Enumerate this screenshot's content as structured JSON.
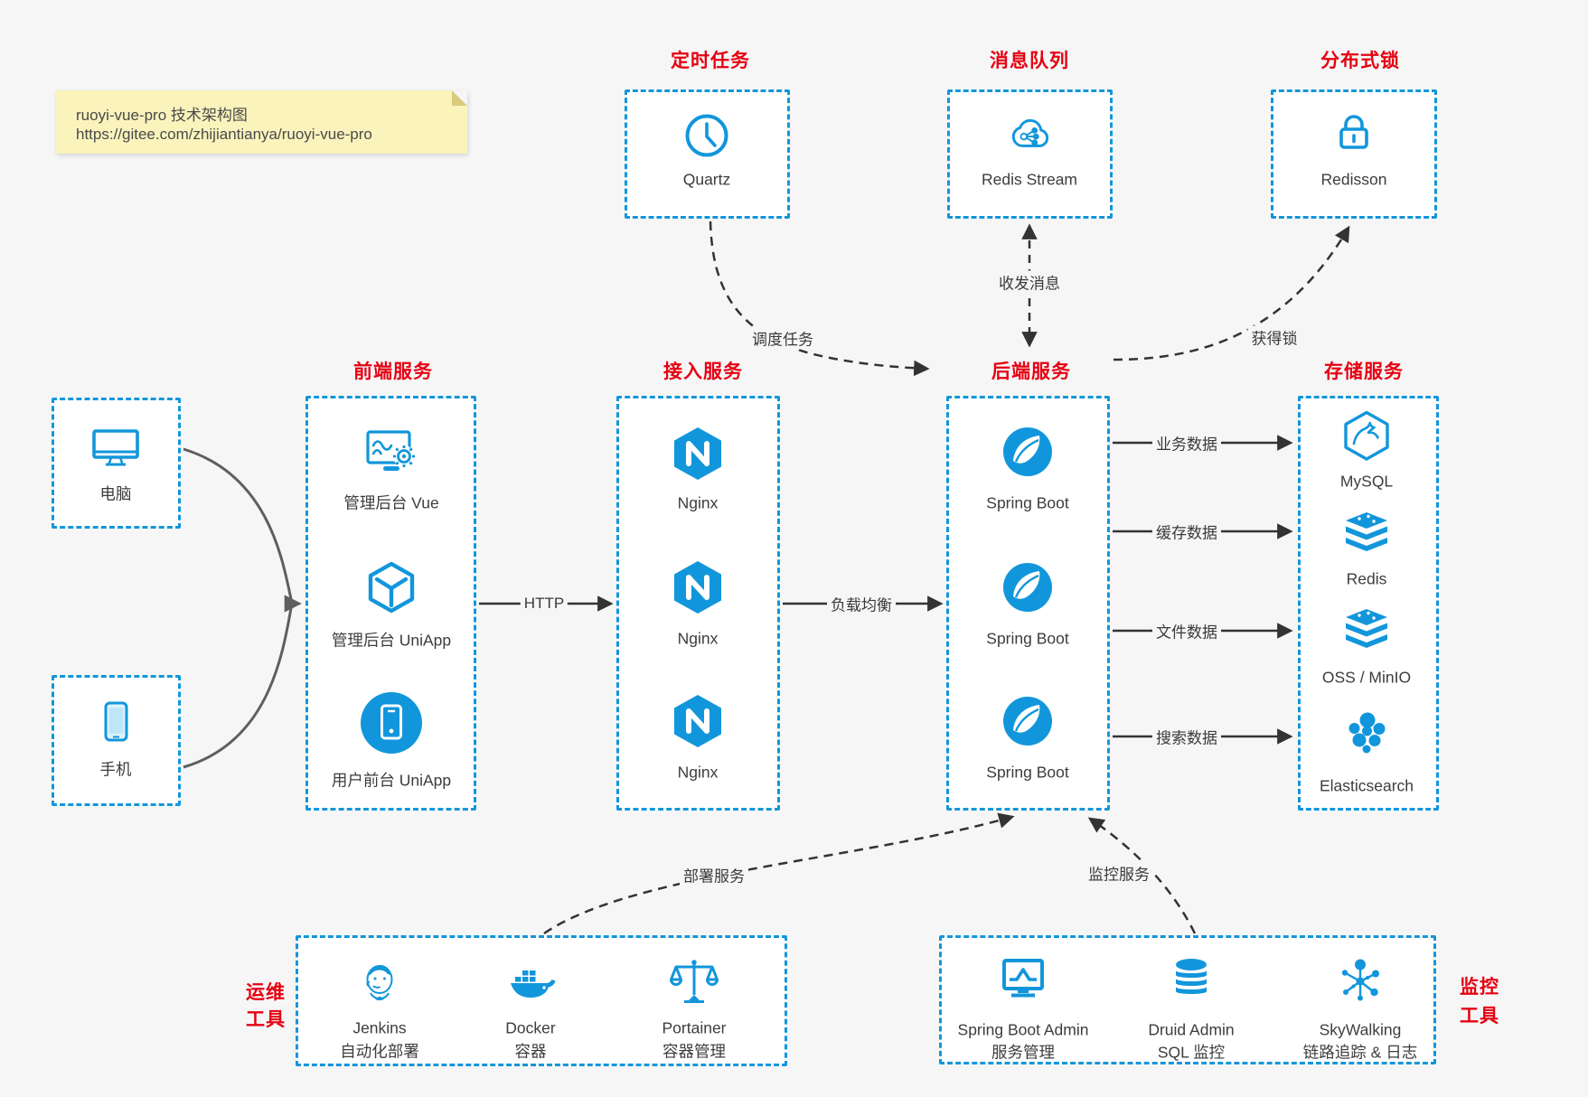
{
  "note": {
    "title": "ruoyi-vue-pro 技术架构图",
    "url": "https://gitee.com/zhijiantianya/ruoyi-vue-pro"
  },
  "palette": {
    "accent_blue": "#1296db",
    "title_red": "#e60012",
    "arrow_black": "#333333",
    "arrow_gray": "#5f5f5f",
    "note_yellow": "#faf3bc",
    "canvas": "#f6f6f6"
  },
  "clients": [
    {
      "icon": "desktop-icon",
      "label": "电脑"
    },
    {
      "icon": "mobile-icon",
      "label": "手机"
    }
  ],
  "groups": [
    {
      "title": "定时任务",
      "items": [
        {
          "icon": "clock-icon",
          "label": "Quartz"
        }
      ]
    },
    {
      "title": "消息队列",
      "items": [
        {
          "icon": "cloud-stream-icon",
          "label": "Redis Stream"
        }
      ]
    },
    {
      "title": "分布式锁",
      "items": [
        {
          "icon": "lock-icon",
          "label": "Redisson"
        }
      ]
    },
    {
      "title": "前端服务",
      "items": [
        {
          "icon": "admin-vue-icon",
          "label": "管理后台 Vue"
        },
        {
          "icon": "cube-icon",
          "label": "管理后台 UniApp"
        },
        {
          "icon": "phone-circle-icon",
          "label": "用户前台 UniApp"
        }
      ]
    },
    {
      "title": "接入服务",
      "items": [
        {
          "icon": "nginx-icon",
          "label": "Nginx"
        },
        {
          "icon": "nginx-icon",
          "label": "Nginx"
        },
        {
          "icon": "nginx-icon",
          "label": "Nginx"
        }
      ]
    },
    {
      "title": "后端服务",
      "items": [
        {
          "icon": "spring-icon",
          "label": "Spring Boot"
        },
        {
          "icon": "spring-icon",
          "label": "Spring Boot"
        },
        {
          "icon": "spring-icon",
          "label": "Spring Boot"
        }
      ]
    },
    {
      "title": "存储服务",
      "items": [
        {
          "icon": "mysql-icon",
          "label": "MySQL"
        },
        {
          "icon": "redis-stack-icon",
          "label": "Redis"
        },
        {
          "icon": "oss-stack-icon",
          "label": "OSS / MinIO"
        },
        {
          "icon": "elasticsearch-icon",
          "label": "Elasticsearch"
        }
      ]
    },
    {
      "title_lines": [
        "运维",
        "工具"
      ],
      "items": [
        {
          "icon": "jenkins-icon",
          "name": "Jenkins",
          "desc": "自动化部署"
        },
        {
          "icon": "docker-icon",
          "name": "Docker",
          "desc": "容器"
        },
        {
          "icon": "portainer-icon",
          "name": "Portainer",
          "desc": "容器管理"
        }
      ]
    },
    {
      "title_lines": [
        "监控",
        "工具"
      ],
      "items": [
        {
          "icon": "monitor-chart-icon",
          "name": "Spring Boot Admin",
          "desc": "服务管理"
        },
        {
          "icon": "database-icon",
          "name": "Druid Admin",
          "desc": "SQL 监控"
        },
        {
          "icon": "topology-icon",
          "name": "SkyWalking",
          "desc": "链路追踪 & 日志"
        }
      ]
    }
  ],
  "edges": {
    "http": "HTTP",
    "load_balance": "负载均衡",
    "business_data": "业务数据",
    "cache_data": "缓存数据",
    "file_data": "文件数据",
    "search_data": "搜索数据",
    "schedule_task": "调度任务",
    "send_receive_message": "收发消息",
    "acquire_lock": "获得锁",
    "deploy_service": "部署服务",
    "monitor_service": "监控服务"
  }
}
